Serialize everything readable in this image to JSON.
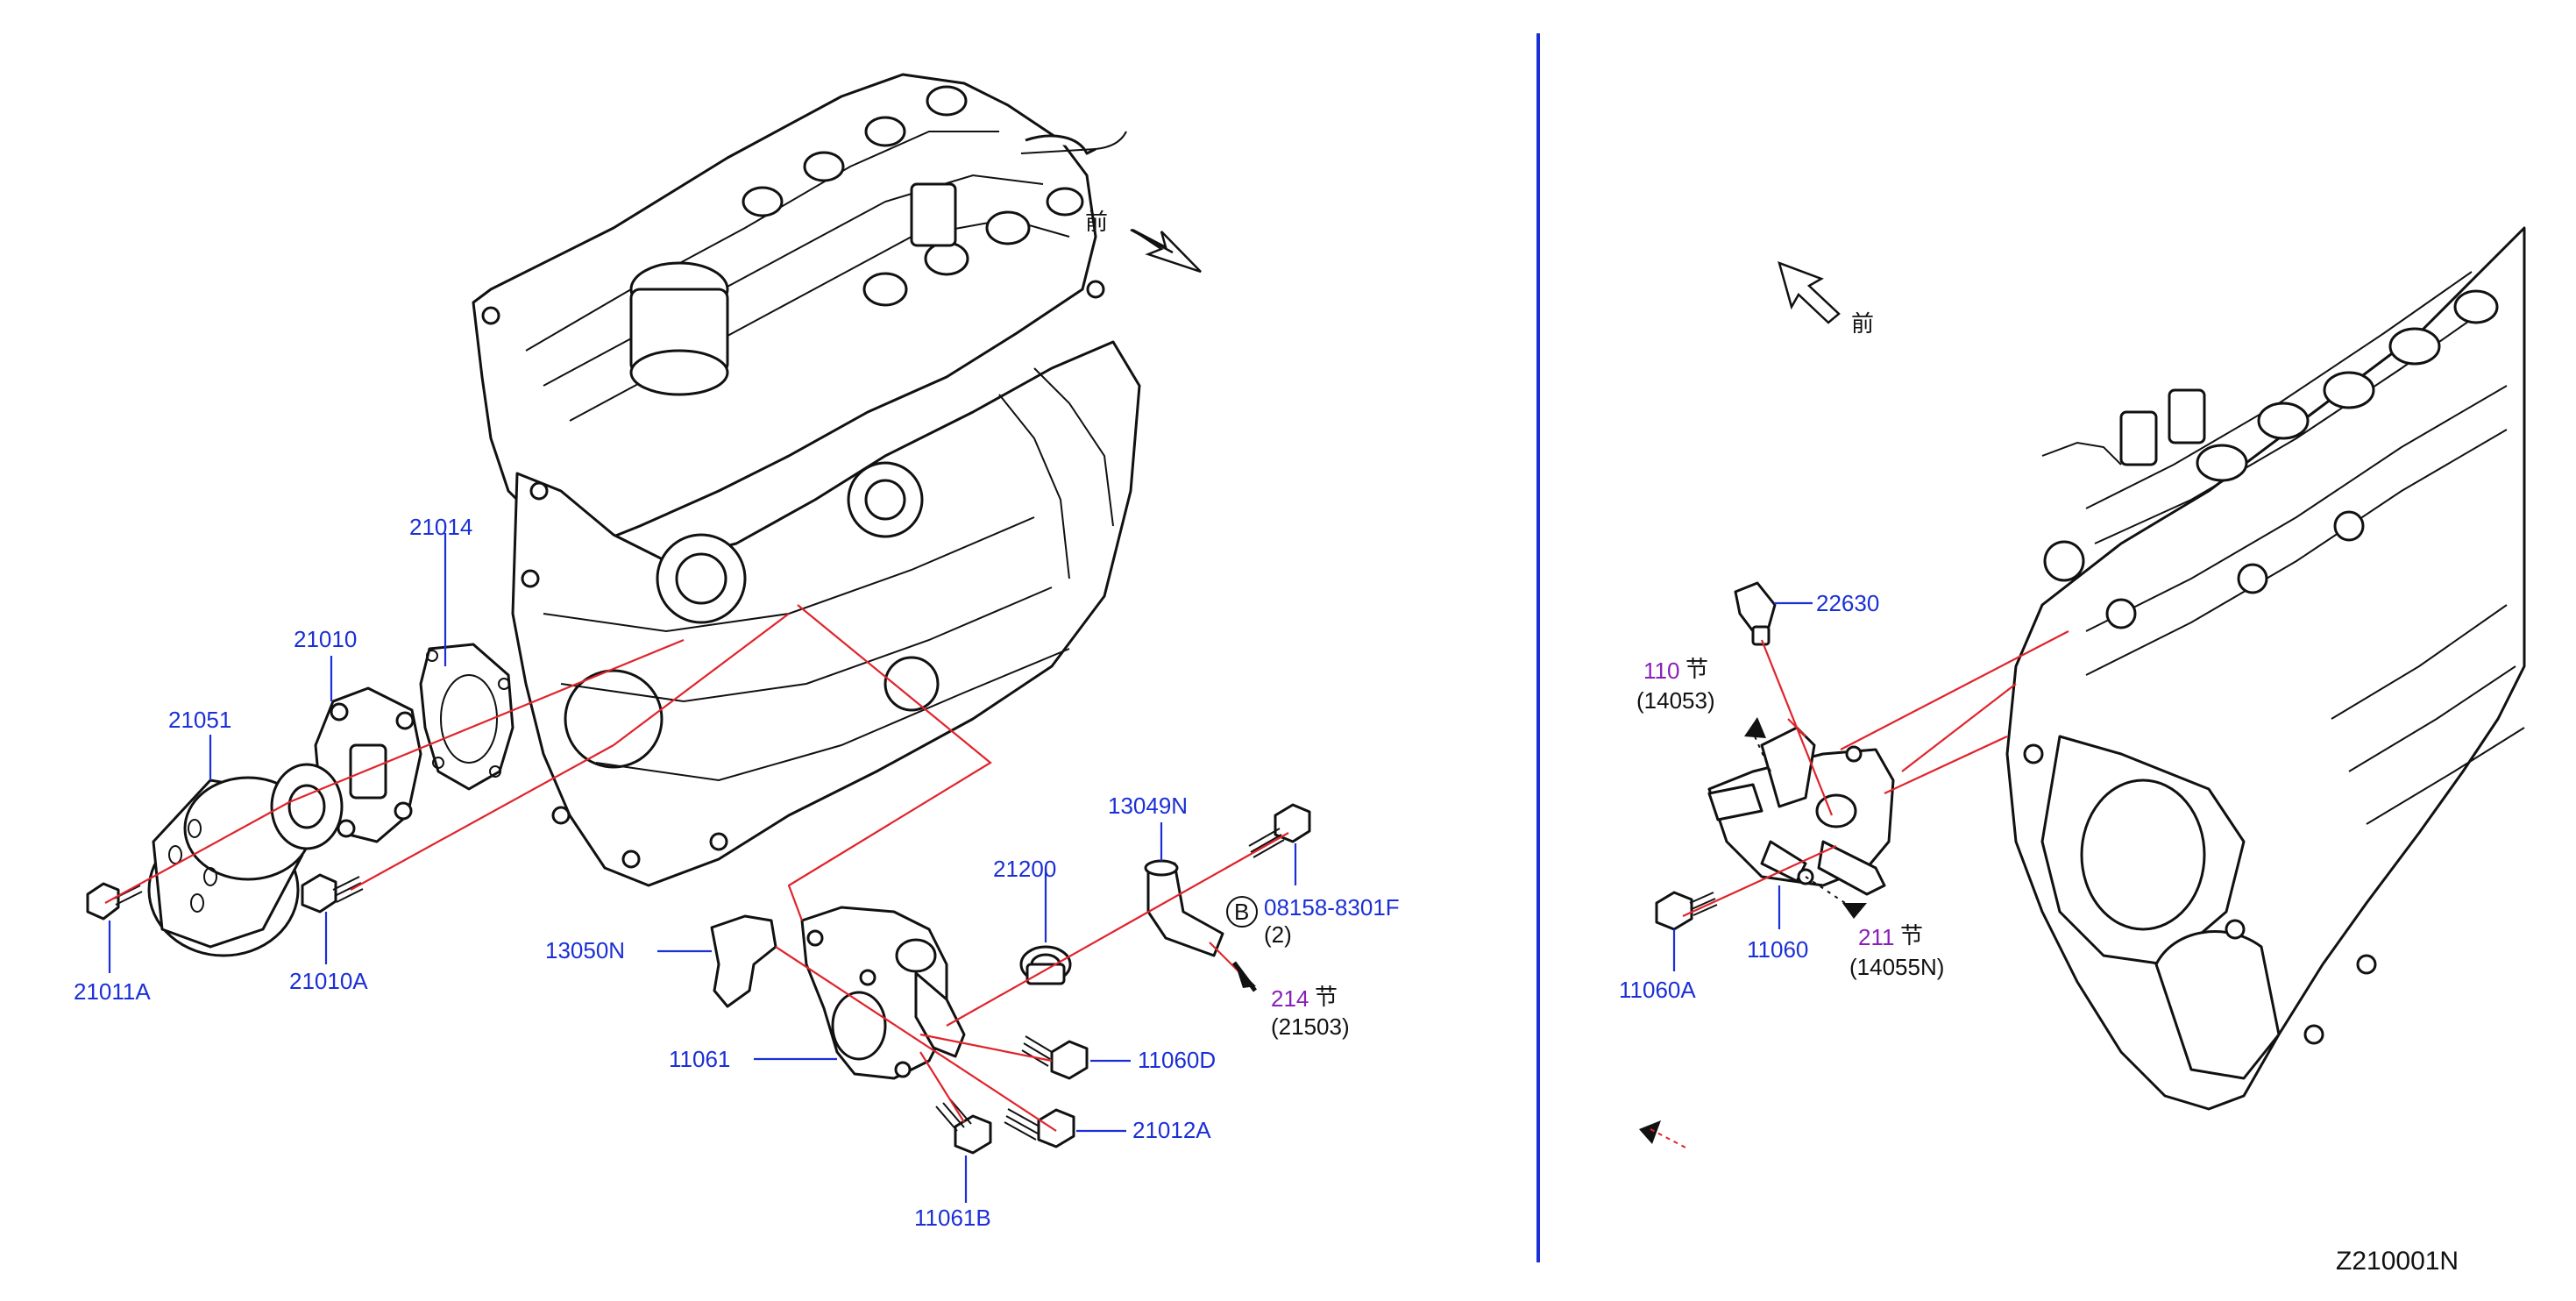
{
  "diagram_id": "Z210001N",
  "front_labels": [
    "前",
    "前"
  ],
  "left_panel": {
    "parts": {
      "p21014": "21014",
      "p21010": "21010",
      "p21051": "21051",
      "p21011A": "21011A",
      "p21010A": "21010A",
      "p13050N": "13050N",
      "p11061": "11061",
      "p11061B": "11061B",
      "p21200": "21200",
      "p13049N": "13049N",
      "p08158": "08158-8301F",
      "p08158_qty": "(2)",
      "p11060D": "11060D",
      "p21012A": "21012A"
    },
    "badge": "B",
    "ref_section": "214",
    "ref_section_suffix": "节",
    "ref_part": "(21503)"
  },
  "right_panel": {
    "parts": {
      "p22630": "22630",
      "p11060": "11060",
      "p11060A": "11060A"
    },
    "ref1_section": "110",
    "ref1_section_suffix": "节",
    "ref1_part": "(14053)",
    "ref2_section": "211",
    "ref2_section_suffix": "节",
    "ref2_part": "(14055N)"
  },
  "colors": {
    "label_blue": "#1a2fd6",
    "callout_red": "#e0242c",
    "section_purple": "#8a1fb8",
    "divider_blue": "#1a2fd6"
  }
}
